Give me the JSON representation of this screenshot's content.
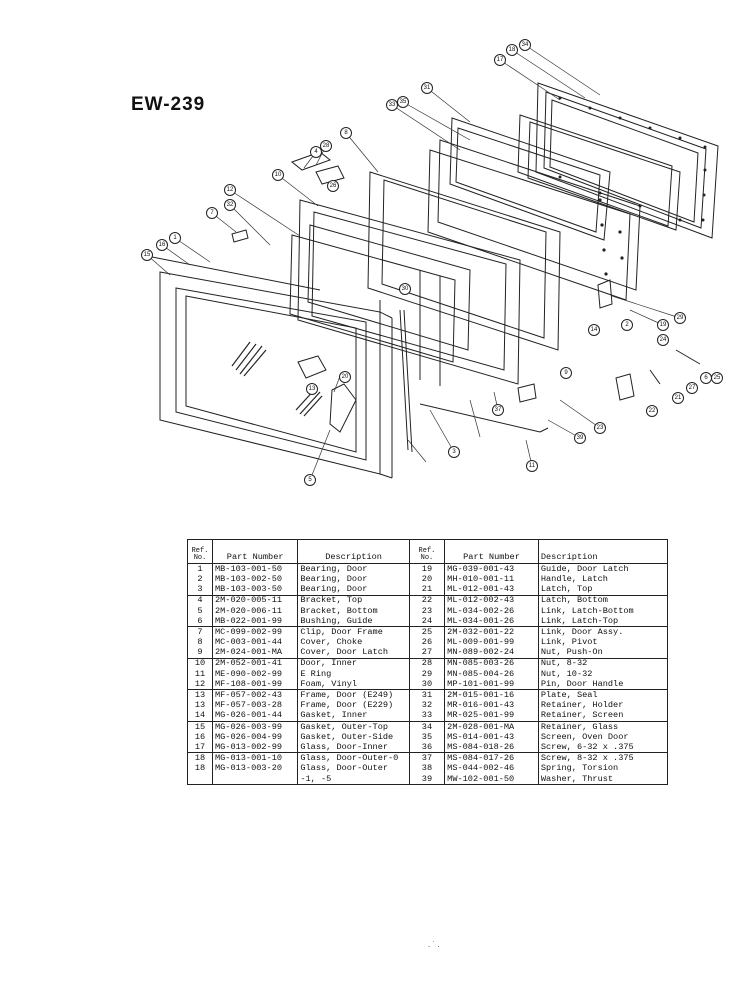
{
  "title": "EW-239",
  "callouts": [
    "34",
    "18",
    "17",
    "31",
    "33",
    "35",
    "8",
    "28",
    "4",
    "26",
    "10",
    "12",
    "32",
    "7",
    "1",
    "16",
    "15",
    "30",
    "29",
    "19",
    "2",
    "14",
    "24",
    "27",
    "6",
    "25",
    "21",
    "13",
    "37",
    "9",
    "11",
    "22",
    "3",
    "39",
    "23",
    "20",
    "5"
  ],
  "table": {
    "headers": {
      "ref": "Ref.\nNo.",
      "part": "Part Number",
      "desc": "Description"
    },
    "rows": [
      [
        "1",
        "MB-103-001-50",
        "Bearing, Door",
        "19",
        "MG-039-001-43",
        "Guide, Door Latch"
      ],
      [
        "2",
        "MB-103-002-50",
        "Bearing, Door",
        "20",
        "MH-010-001-11",
        "Handle, Latch"
      ],
      [
        "3",
        "MB-103-003-50",
        "Bearing, Door",
        "21",
        "ML-012-001-43",
        "Latch, Top"
      ],
      [
        "4",
        "2M-020-005-11",
        "Bracket, Top",
        "22",
        "ML-012-002-43",
        "Latch, Bottom"
      ],
      [
        "5",
        "2M-020-006-11",
        "Bracket, Bottom",
        "23",
        "ML-034-002-26",
        "Link, Latch-Bottom"
      ],
      [
        "6",
        "MB-022-001-99",
        "Bushing, Guide",
        "24",
        "ML-034-001-26",
        "Link, Latch-Top"
      ],
      [
        "7",
        "MC-099-002-99",
        "Clip, Door Frame",
        "25",
        "2M-032-001-22",
        "Link, Door Assy."
      ],
      [
        "8",
        "MC-003-001-44",
        "Cover, Choke",
        "26",
        "ML-009-001-99",
        "Link, Pivot"
      ],
      [
        "9",
        "2M-024-001-MA",
        "Cover, Door Latch",
        "27",
        "MN-089-002-24",
        "Nut, Push-On"
      ],
      [
        "10",
        "2M-052-001-41",
        "Door, Inner",
        "28",
        "MN-085-003-26",
        "Nut, 8-32"
      ],
      [
        "11",
        "ME-090-002-99",
        "E Ring",
        "29",
        "MN-085-004-26",
        "Nut, 10-32"
      ],
      [
        "12",
        "MF-108-001-99",
        "Foam, Vinyl",
        "30",
        "MP-101-001-99",
        "Pin, Door Handle"
      ],
      [
        "13",
        "MF-057-002-43",
        "Frame, Door (E249)",
        "31",
        "2M-015-001-16",
        "Plate, Seal"
      ],
      [
        "13",
        "MF-057-003-28",
        "Frame, Door (E229)",
        "32",
        "MR-016-001-43",
        "Retainer, Holder"
      ],
      [
        "14",
        "MG-026-001-44",
        "Gasket, Inner",
        "33",
        "MR-025-001-99",
        "Retainer, Screen"
      ],
      [
        "15",
        "MG-026-003-99",
        "Gasket, Outer-Top",
        "34",
        "2M-028-001-MA",
        "Retainer, Glass"
      ],
      [
        "16",
        "MG-026-004-99",
        "Gasket, Outer-Side",
        "35",
        "MS-014-001-43",
        "Screen, Oven Door"
      ],
      [
        "17",
        "MG-013-002-99",
        "Glass, Door-Inner",
        "36",
        "MS-084-018-26",
        "Screw, 6-32 x .375"
      ],
      [
        "18",
        "MG-013-001-10",
        "Glass, Door-Outer-0",
        "37",
        "MS-084-017-26",
        "Screw, 8-32 x .375"
      ],
      [
        "18",
        "MG-013-003-20",
        "Glass, Door-Outer",
        "38",
        "MS-044-002-46",
        "Spring, Torsion"
      ],
      [
        "",
        "",
        "-1, -5",
        "39",
        "MW-102-001-50",
        "Washer, Thrust"
      ]
    ]
  },
  "footer_marks": ". ˙ ."
}
